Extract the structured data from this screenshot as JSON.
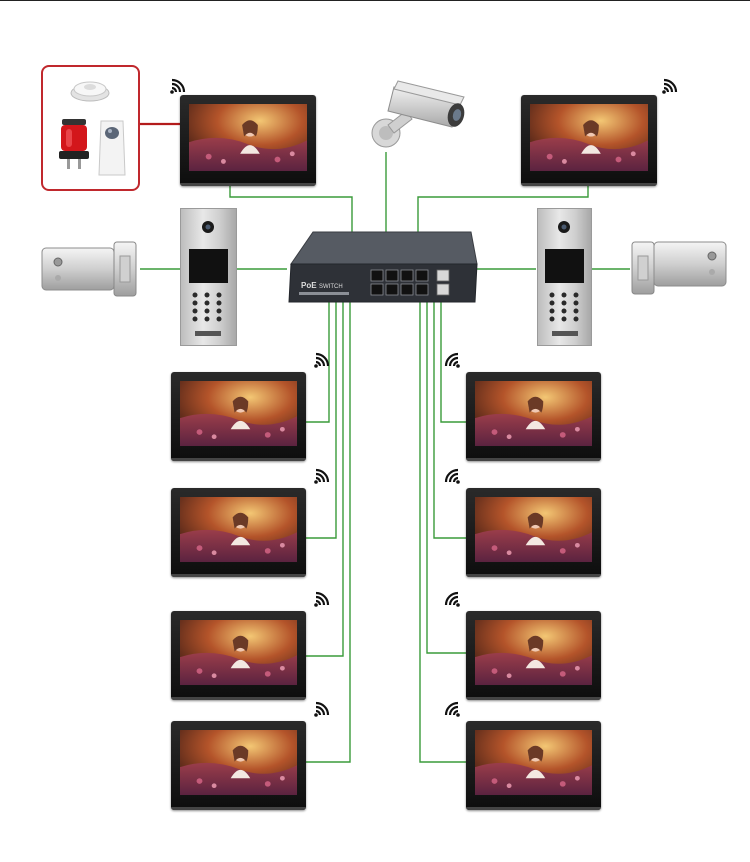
{
  "colors": {
    "wire": "#3a9b3a",
    "alarm_wire": "#b31b1b",
    "alarm_border": "#c0282d",
    "monitor_bezel": "#111111",
    "switch_body": "#3c4048",
    "port_label": "#d33030"
  },
  "devices": {
    "alarm_sensors": [
      "smoke-detector",
      "strobe-siren",
      "pir-motion-sensor"
    ],
    "camera": "cctv-camera",
    "switch": {
      "label_brand": "PoE",
      "label_text": "SWITCH",
      "port_count": 8,
      "uplink_count": 2
    },
    "indoor_monitor_count": 10,
    "outdoor_panel_count": 2,
    "electric_lock_count": 2
  },
  "icons": {
    "wireless": "wifi-icon"
  }
}
